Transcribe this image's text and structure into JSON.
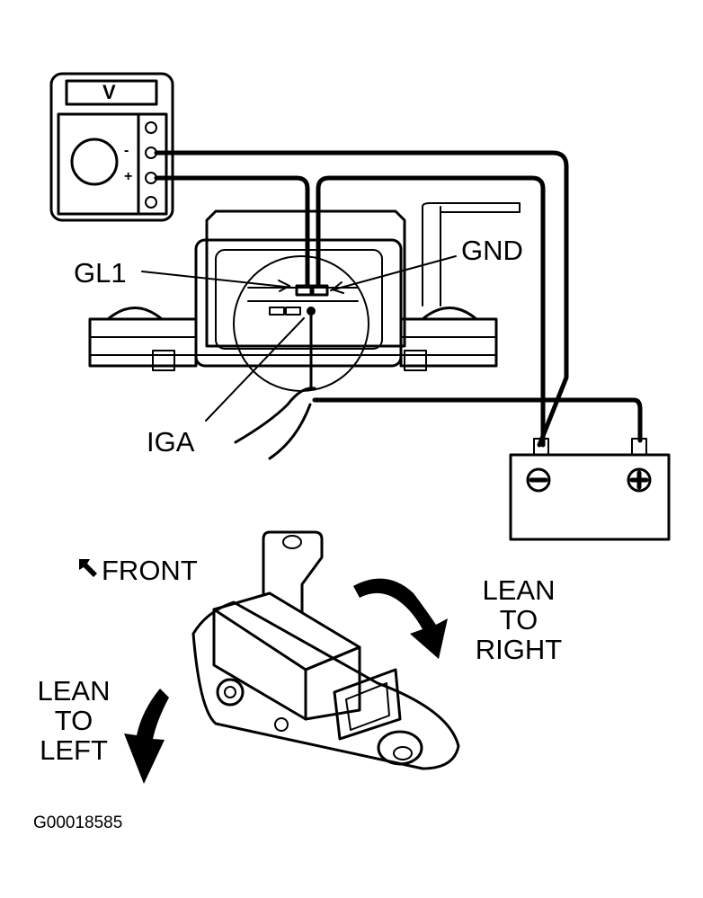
{
  "figure": {
    "id_code": "G00018585",
    "colors": {
      "ink": "#000000",
      "paper": "#ffffff"
    }
  },
  "voltmeter": {
    "display_label": "V",
    "minus_label": "-",
    "plus_label": "+",
    "icon": "voltmeter-icon"
  },
  "connector_labels": {
    "gl1": "GL1",
    "gnd": "GND",
    "iga": "IGA"
  },
  "battery": {
    "negative_symbol": "⊖",
    "positive_symbol": "⊕",
    "icon": "battery-icon"
  },
  "sensor_view": {
    "front_label": "FRONT",
    "front_icon": "front-arrow-icon",
    "lean_right": [
      "LEAN",
      "TO",
      "RIGHT"
    ],
    "lean_left": [
      "LEAN",
      "TO",
      "LEFT"
    ]
  }
}
